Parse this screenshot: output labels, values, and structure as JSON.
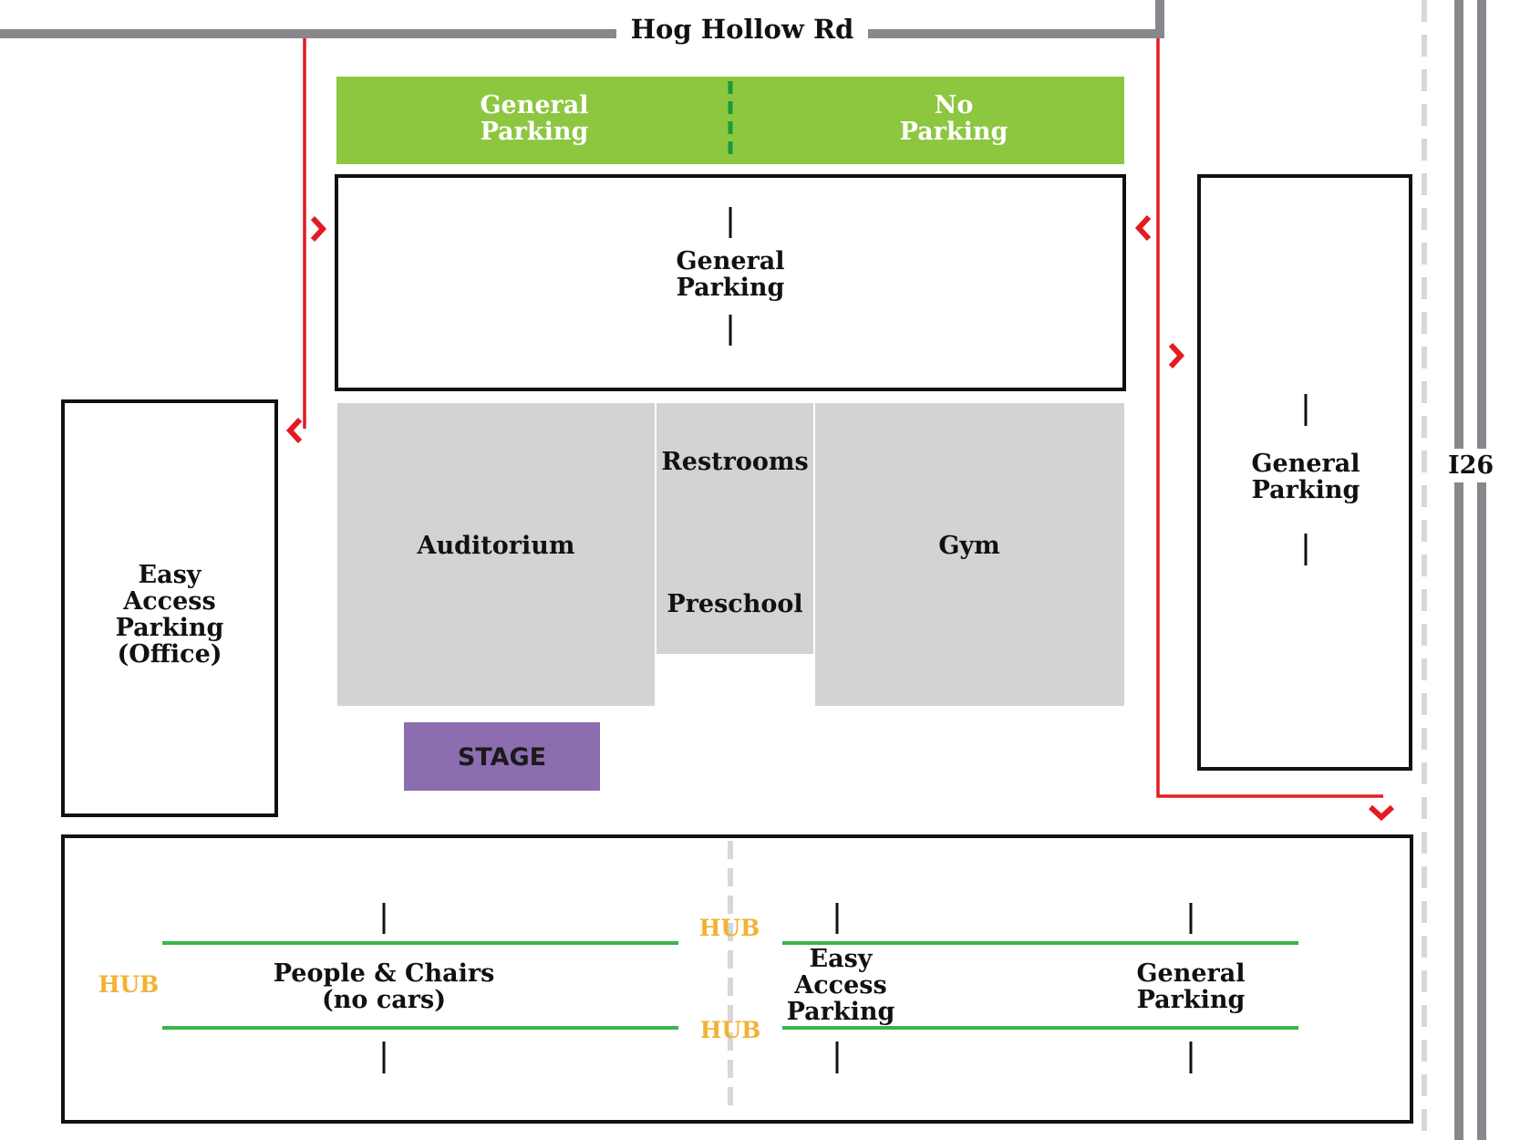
{
  "roads": {
    "north": "Hog Hollow Rd",
    "highway": "I26"
  },
  "lots": {
    "top_strip_left": "General\nParking",
    "top_strip_right": "No\nParking",
    "north_lot": "General\nParking",
    "east_lot": "General\nParking",
    "west_lot": "Easy\nAccess\nParking\n(Office)",
    "south_left": "People & Chairs\n(no cars)",
    "south_middle": "Easy\nAccess\nParking",
    "south_right": "General\nParking"
  },
  "buildings": {
    "auditorium": "Auditorium",
    "restrooms": "Restrooms",
    "preschool": "Preschool",
    "gym": "Gym",
    "stage": "STAGE"
  },
  "hubs": {
    "west": "HUB",
    "center_top": "HUB",
    "center_bottom": "HUB"
  },
  "colors": {
    "road": "#87878c",
    "route": "#e31b23",
    "green_lot": "#8dc63f",
    "building": "#d2d3d5",
    "stage": "#8c6db0",
    "hub": "#f2b233",
    "lane": "#3ab54a",
    "divider": "#1a9a3c"
  },
  "icons": {
    "route_arrow": "chevron-icon"
  }
}
